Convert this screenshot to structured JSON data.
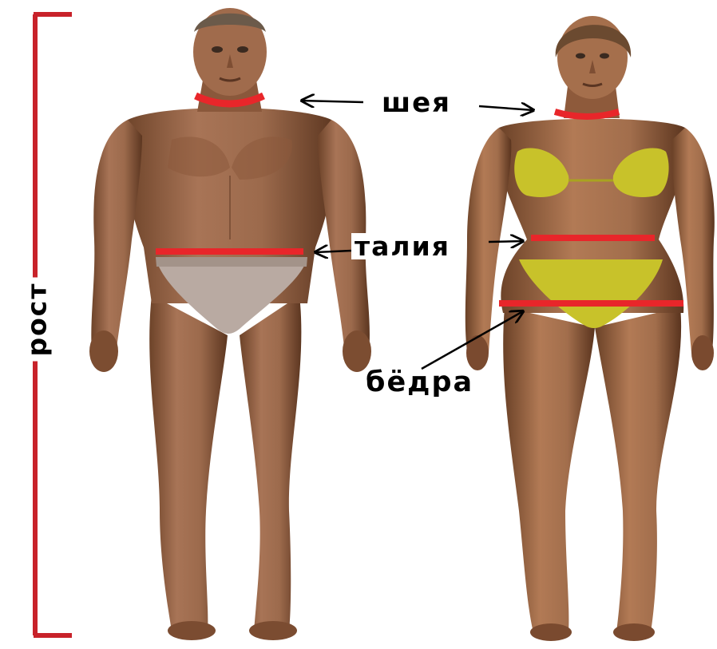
{
  "labels": {
    "neck": "шея",
    "waist": "талия",
    "hips": "бёдра",
    "height": "рост"
  },
  "figures": [
    "male-figure",
    "female-figure"
  ],
  "colors": {
    "measure_line": "#e8262a",
    "height_bar": "#c8222a",
    "skin": "#a4704f",
    "skin_dark": "#6a4128",
    "male_briefs": "#b9aaa2",
    "bikini": "#c8c22a",
    "background": "#ffffff"
  }
}
